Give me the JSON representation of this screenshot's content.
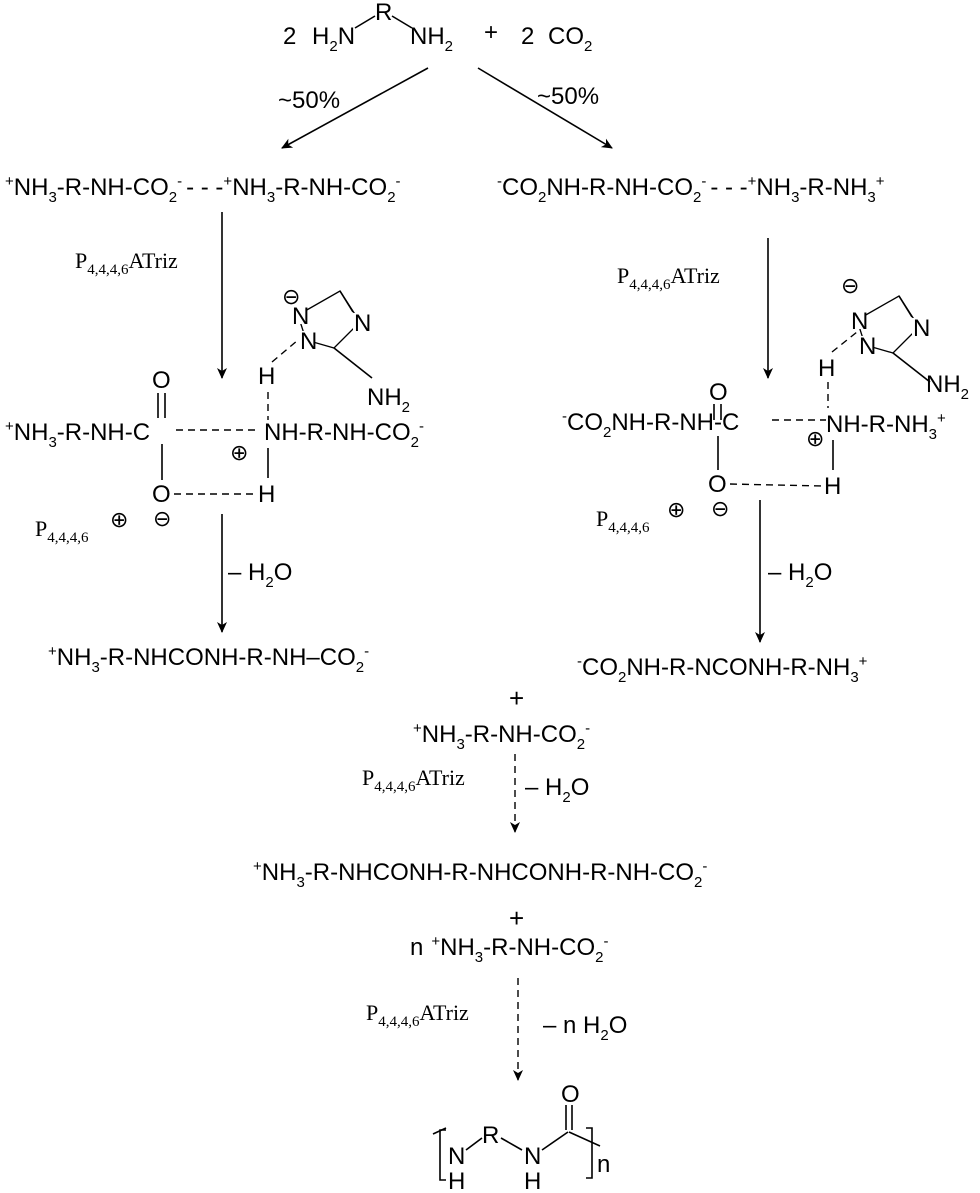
{
  "scheme": {
    "reactants": {
      "coef1": "2",
      "amine_1": "H",
      "amine_1_sub": "2",
      "amine_1_N": "N",
      "amine_R": "R",
      "amine_2": "NH",
      "amine_2_sub": "2",
      "plus": "+",
      "coef2": "2",
      "co2": "CO",
      "co2_sub": "2"
    },
    "branch_left_pct": "~50%",
    "branch_right_pct": "~50%",
    "left_carbamate": {
      "plus1": "+",
      "p1": "NH",
      "s1": "3",
      "p2": "-R-NH-CO",
      "s2": "2",
      "m1": "-",
      "dots": "- - -",
      "plus2": "+",
      "p3": "NH",
      "s3": "3",
      "p4": "-R-NH-CO",
      "s4": "2",
      "m2": "-"
    },
    "right_carbamate": {
      "m1": "-",
      "p1": "CO",
      "s1": "2",
      "p2": "NH-R-NH-CO",
      "s2": "2",
      "m2": "-",
      "dots": "- - -",
      "plus": "+",
      "p3": "NH",
      "s3": "3",
      "p4": "-R-NH",
      "s4": "3",
      "plus2": "+"
    },
    "catalyst": {
      "P": "P",
      "sub": "4,4,4,6",
      "name": "ATriz"
    },
    "cation": {
      "P": "P",
      "sub": "4,4,4,6"
    },
    "charge_plus": "⊕",
    "charge_minus": "⊖",
    "left_ts": {
      "plus": "+",
      "p1": "NH",
      "s1": "3",
      "p2": "-R-NH-C",
      "O_top": "O",
      "O_bot": "O",
      "amine": "NH-R-NH-CO",
      "amine_sub": "2",
      "minus": "-",
      "H1": "H",
      "H2": "H"
    },
    "right_ts": {
      "minus": "-",
      "p1": "CO",
      "s1": "2",
      "p2": "NH-R-NH-C",
      "O_top": "O",
      "O_bot": "O",
      "amine": "NH-R-NH",
      "amine_sub": "3",
      "plus": "+",
      "H1": "H",
      "H2": "H"
    },
    "triazole": {
      "N1": "N",
      "N2": "N",
      "N4": "N",
      "NH2": "NH",
      "NH2_sub": "2"
    },
    "minus_h2o": {
      "dash": "–",
      "H": "H",
      "sub": "2",
      "O": "O"
    },
    "left_urea": {
      "plus": "+",
      "p1": "NH",
      "s1": "3",
      "p2": "-R-NHCONH-R-NH",
      "dash": "–",
      "p3": "CO",
      "s3": "2",
      "minus": "-"
    },
    "right_urea": {
      "minus": "-",
      "p1": "CO",
      "s1": "2",
      "p2": "NH-R-NCONH-R-NH",
      "s2": "3",
      "plus": "+"
    },
    "plus_sign": "+",
    "monomer": {
      "plus": "+",
      "p1": "NH",
      "s1": "3",
      "p2": "-R-NH-CO",
      "s2": "2",
      "minus": "-"
    },
    "minus_h2o_2": "– H",
    "dimer": {
      "plus": "+",
      "p1": "NH",
      "s1": "3",
      "p2": "-R-NHCONH-R-NHCONH-R-NH-CO",
      "s2": "2",
      "minus": "-"
    },
    "n_monomer": {
      "n": "n",
      "plus": "+",
      "p1": "NH",
      "s1": "3",
      "p2": "-R-NH-CO",
      "s2": "2",
      "minus": "-"
    },
    "minus_n_h2o": "– n H",
    "polymer": {
      "N1": "N",
      "H1": "H",
      "R": "R",
      "N2": "N",
      "H2": "H",
      "O": "O",
      "n": "n"
    }
  }
}
